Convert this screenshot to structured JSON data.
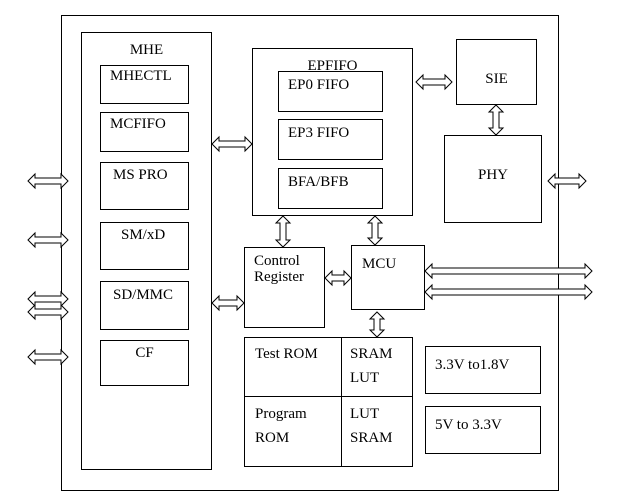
{
  "blocks": {
    "mhe": "MHE",
    "mhectl": "MHECTL",
    "mcfifo": "MCFIFO",
    "ms_pro": "MS PRO",
    "sm_xd": "SM/xD",
    "sd_mmc": "SD/MMC",
    "cf": "CF",
    "epfifo": "EPFIFO",
    "ep0_fifo": "EP0 FIFO",
    "ep3_fifo": "EP3 FIFO",
    "bfa_bfb": "BFA/BFB",
    "sie": "SIE",
    "phy": "PHY",
    "control_register_line1": "Control",
    "control_register_line2": "Register",
    "mcu": "MCU",
    "test_rom": "Test ROM",
    "sram_lut_line1": "SRAM",
    "sram_lut_line2": "LUT",
    "program_rom_line1": "Program",
    "program_rom_line2": "ROM",
    "lut_sram_line1": "LUT",
    "lut_sram_line2": "SRAM",
    "reg_33_18": "3.3V to1.8V",
    "reg_5_33": "5V to 3.3V"
  }
}
